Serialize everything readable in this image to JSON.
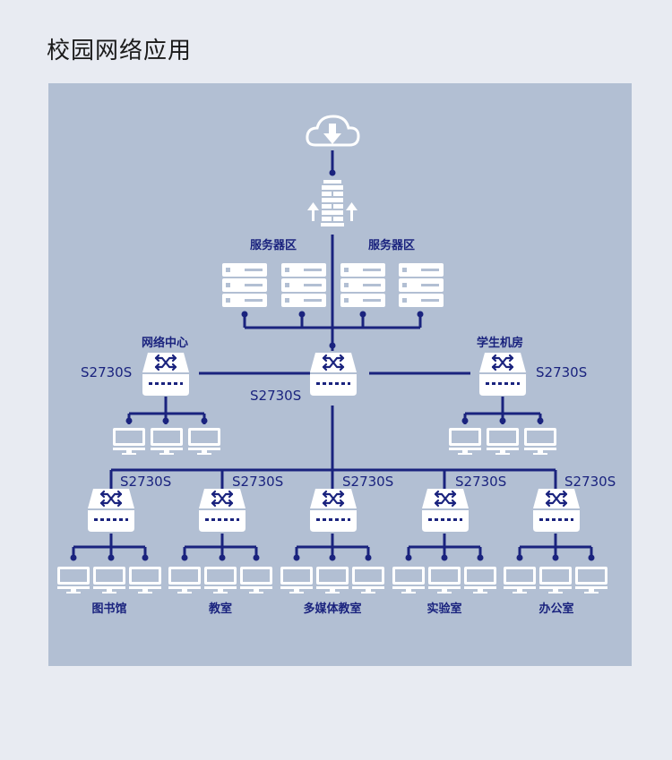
{
  "page": {
    "title": "校园网络应用"
  },
  "diagram": {
    "line_color": "#1a237e",
    "device_color": "#ffffff",
    "zones": {
      "server_left": "服务器区",
      "server_right": "服务器区",
      "network_center": "网络中心",
      "student_lab": "学生机房"
    },
    "core_switch": {
      "model": "S2730S"
    },
    "left_switch": {
      "model": "S2730S"
    },
    "right_switch": {
      "model": "S2730S"
    },
    "access": [
      {
        "model": "S2730S",
        "label": "图书馆"
      },
      {
        "model": "S2730S",
        "label": "教室"
      },
      {
        "model": "S2730S",
        "label": "多媒体教室"
      },
      {
        "model": "S2730S",
        "label": "实验室"
      },
      {
        "model": "S2730S",
        "label": "办公室"
      }
    ],
    "icons": [
      "cloud-icon",
      "firewall-icon",
      "server-icon",
      "switch-icon",
      "monitor-icon"
    ]
  }
}
